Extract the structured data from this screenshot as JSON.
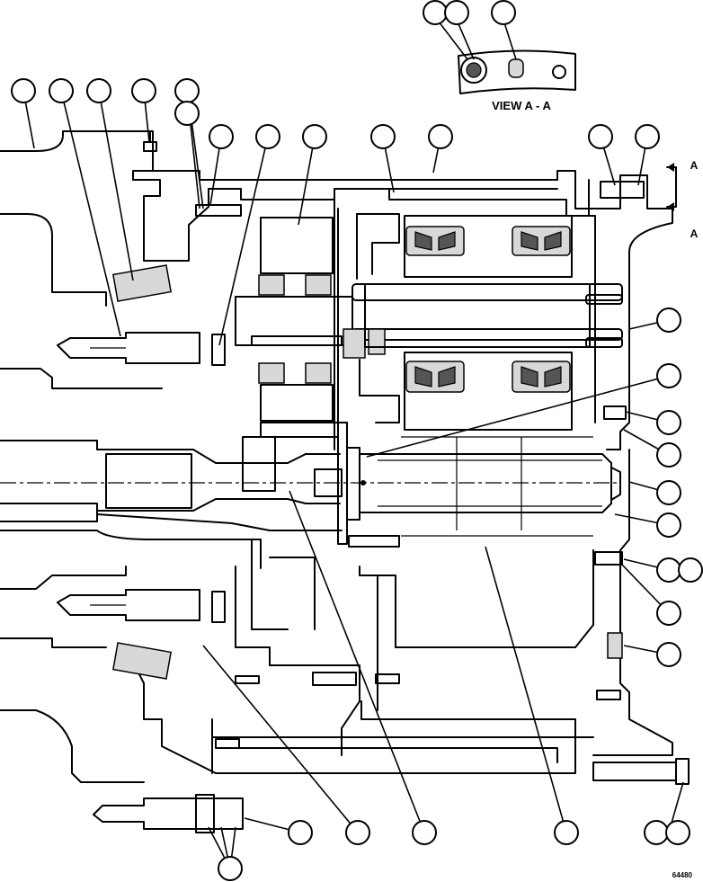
{
  "view_title": "VIEW A - A",
  "section_marker_top": "A",
  "section_marker_bottom": "A",
  "figure_id": "64480"
}
